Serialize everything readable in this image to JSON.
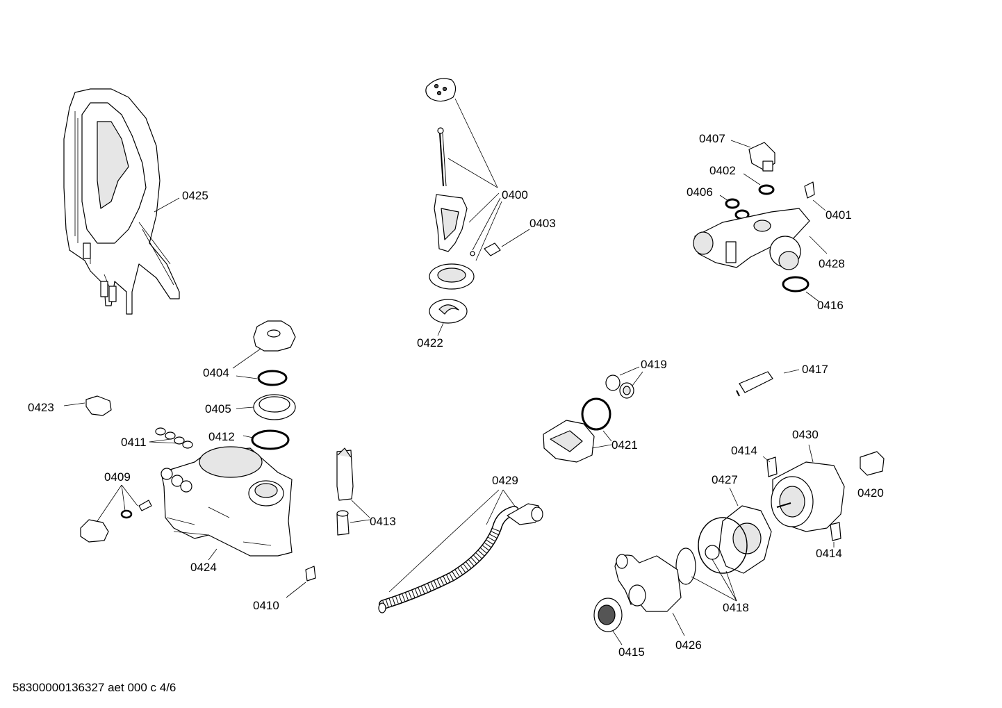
{
  "labels": {
    "p0425": "0425",
    "p0400": "0400",
    "p0403": "0403",
    "p0422": "0422",
    "p0407": "0407",
    "p0402": "0402",
    "p0406": "0406",
    "p0401": "0401",
    "p0428": "0428",
    "p0416": "0416",
    "p0404": "0404",
    "p0405": "0405",
    "p0412": "0412",
    "p0411": "0411",
    "p0423": "0423",
    "p0409": "0409",
    "p0424": "0424",
    "p0410": "0410",
    "p0413": "0413",
    "p0429": "0429",
    "p0419": "0419",
    "p0421": "0421",
    "p0417": "0417",
    "p0414a": "0414",
    "p0414b": "0414",
    "p0430": "0430",
    "p0420": "0420",
    "p0427": "0427",
    "p0418": "0418",
    "p0415": "0415",
    "p0426": "0426"
  },
  "footer": "58300000136327 aet 000 c 4/6"
}
